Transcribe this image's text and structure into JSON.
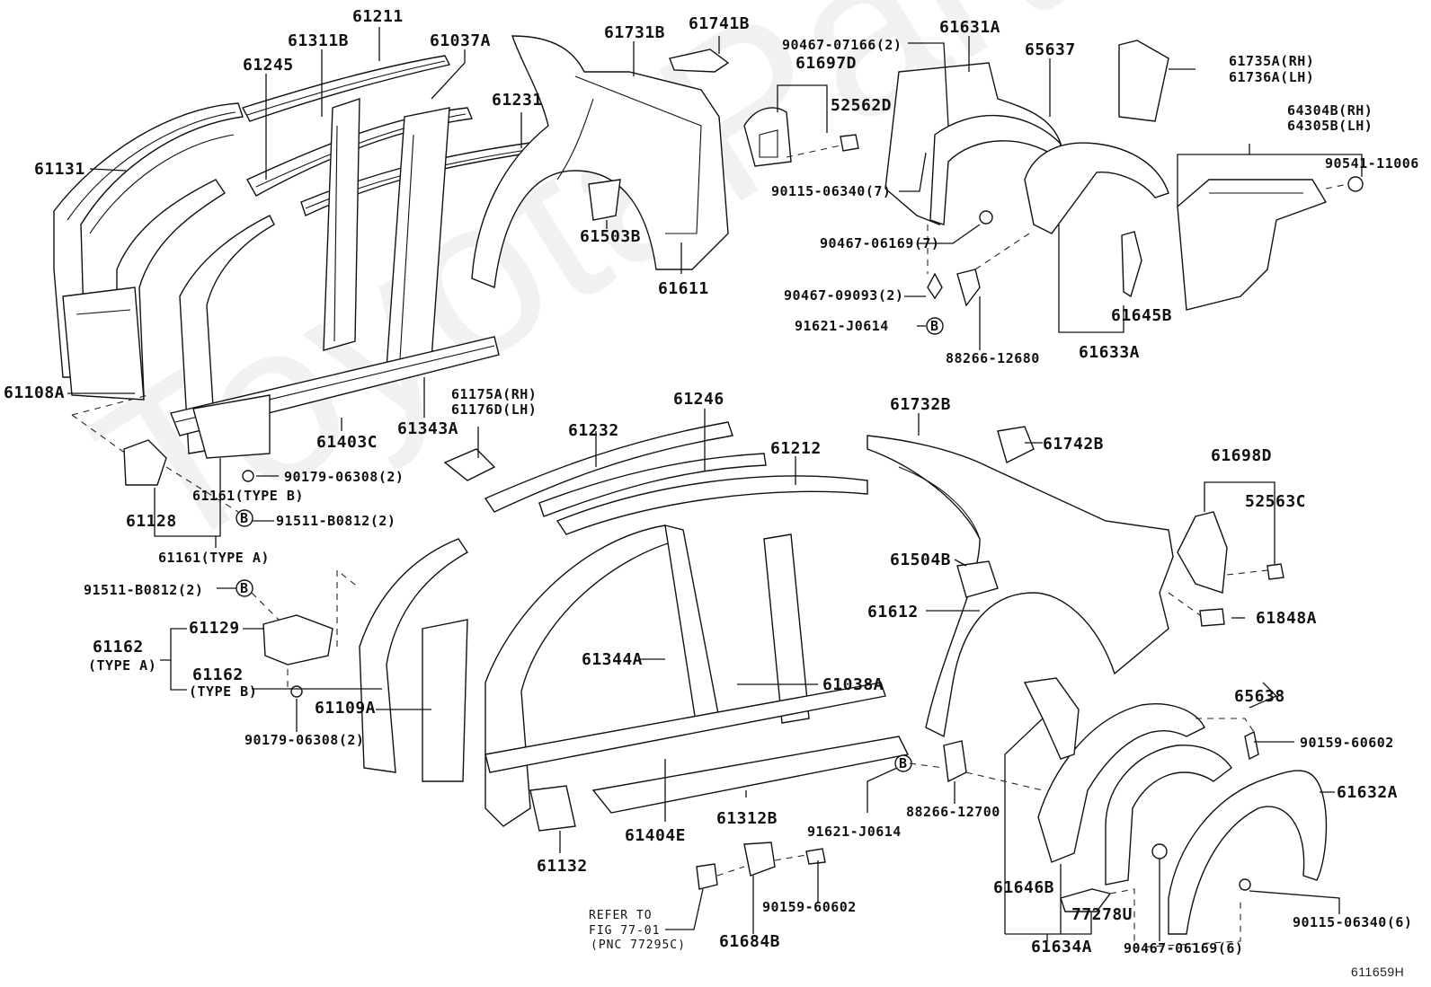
{
  "diagram": {
    "title": "Side member / quarter panel exploded parts diagram",
    "figure_id": "611659H",
    "watermark": "ToyotaPartsMirror",
    "callout_symbol": "B",
    "labels": {
      "p61211": "61211",
      "p61311B": "61311B",
      "p61037A": "61037A",
      "p61245": "61245",
      "p61131": "61131",
      "p61231": "61231",
      "p61731B": "61731B",
      "p61741B": "61741B",
      "p61503B": "61503B",
      "p61611": "61611",
      "p90467_07166": "90467-07166(2)",
      "p61697D": "61697D",
      "p52562D": "52562D",
      "p61631A": "61631A",
      "p65637": "65637",
      "p90115_06340_7": "90115-06340(7)",
      "p90467_06169_7": "90467-06169(7)",
      "p90467_09093": "90467-09093(2)",
      "p91621_J0614_top": "91621-J0614",
      "p88266_12680": "88266-12680",
      "p61633A": "61633A",
      "p61645B": "61645B",
      "p61735A": "61735A(RH)",
      "p61736A": "61736A(LH)",
      "p64304B": "64304B(RH)",
      "p64305B": "64305B(LH)",
      "p90541_11006": "90541-11006",
      "p61108A": "61108A",
      "p61403C": "61403C",
      "p61343A": "61343A",
      "p61175A": "61175A(RH)",
      "p61176D": "61176D(LH)",
      "p90179_06308_top": "90179-06308(2)",
      "p61161B": "61161(TYPE B)",
      "p61128": "61128",
      "p91511_B0812_top": "91511-B0812(2)",
      "p61161A": "61161(TYPE A)",
      "p61232": "61232",
      "p61246": "61246",
      "p61212": "61212",
      "p61732B": "61732B",
      "p61742B": "61742B",
      "p61698D": "61698D",
      "p52563C": "52563C",
      "p61504B": "61504B",
      "p61612": "61612",
      "p61848A": "61848A",
      "p91511_B0812_bot": "91511-B0812(2)",
      "p61129": "61129",
      "p61162A": "61162",
      "p61162A_type": "(TYPE A)",
      "p61162B": "61162",
      "p61162B_type": "(TYPE B)",
      "p61109A": "61109A",
      "p90179_06308_bot": "90179-06308(2)",
      "p61344A": "61344A",
      "p61038A": "61038A",
      "p61132": "61132",
      "p61404E": "61404E",
      "p61312B": "61312B",
      "p91621_J0614_bot": "91621-J0614",
      "p88266_12700": "88266-12700",
      "p65638": "65638",
      "p90159_60602_right": "90159-60602",
      "p61632A": "61632A",
      "p61646B": "61646B",
      "p77278U": "77278U",
      "p61634A": "61634A",
      "p90467_06169_6": "90467-06169(6)",
      "p90115_06340_6": "90115-06340(6)",
      "p90159_60602_bot": "90159-60602",
      "p61684B": "61684B",
      "refer_line1": "REFER TO",
      "refer_line2": "FIG 77-01",
      "refer_line3": "(PNC 77295C)"
    }
  }
}
